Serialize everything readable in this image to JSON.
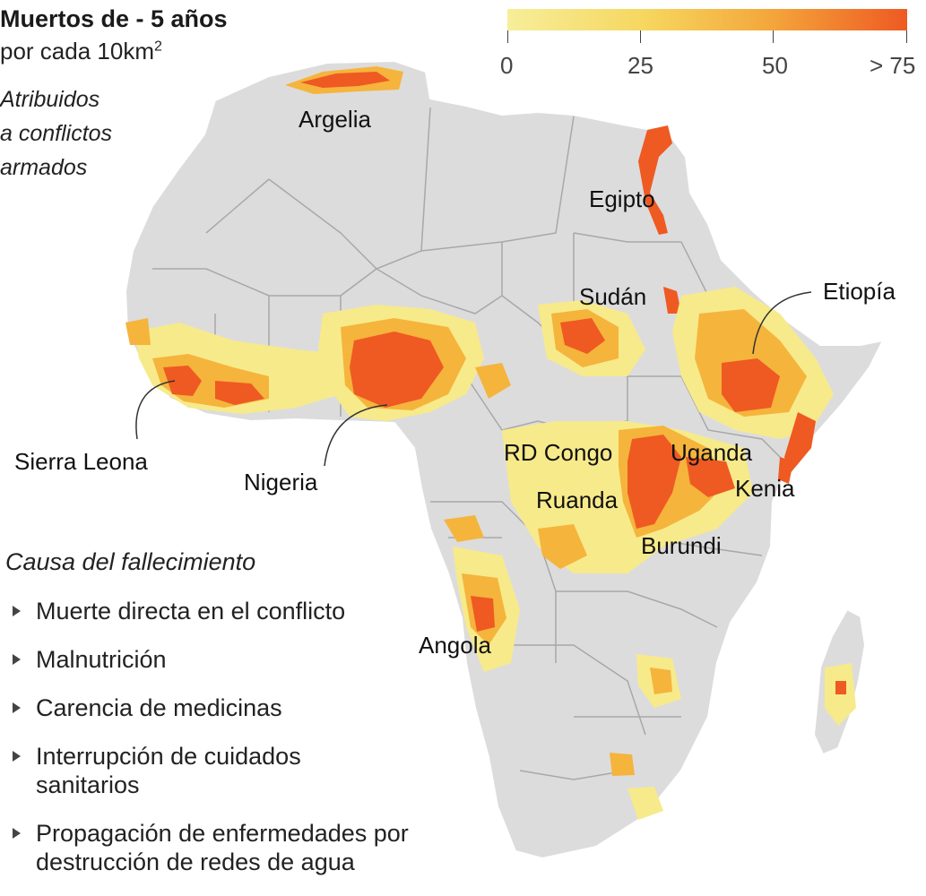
{
  "header": {
    "title": "Muertos de - 5 años",
    "subtitle": "por cada 10km",
    "subtitle_superscript": "2",
    "note_lines": [
      "Atribuidos",
      "a conflictos",
      "armados"
    ]
  },
  "scale": {
    "labels": [
      "0",
      "25",
      "50",
      "> 75"
    ],
    "colors": [
      "#f7ee9a",
      "#f6d65e",
      "#f4a83c",
      "#ee5a22"
    ]
  },
  "map_labels": {
    "argelia": "Argelia",
    "egipto": "Egipto",
    "sudan": "Sudán",
    "etiopia": "Etiopía",
    "sierra_leona": "Sierra Leona",
    "nigeria": "Nigeria",
    "rd_congo": "RD Congo",
    "uganda": "Uganda",
    "ruanda": "Ruanda",
    "kenia": "Kenia",
    "burundi": "Burundi",
    "angola": "Angola"
  },
  "causes": {
    "title": "Causa del fallecimiento",
    "items": [
      "Muerte directa en el conflicto",
      "Malnutrición",
      "Carencia de medicinas",
      "Interrupción de cuidados sanitarios",
      "Propagación de enfermedades por destrucción de redes de agua"
    ]
  },
  "colors": {
    "land": "#dddcdc",
    "border": "#a8a8a8",
    "low": "#f7ea8a",
    "mid": "#f5b43c",
    "high": "#ee5a22"
  }
}
